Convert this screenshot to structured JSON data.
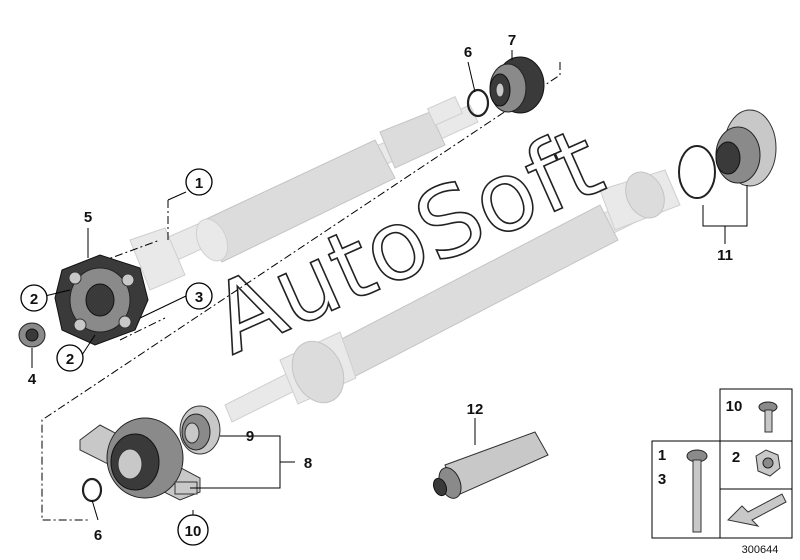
{
  "watermark": "AutoSoft",
  "drawing_number": "300644",
  "callouts": {
    "c1": "1",
    "c2a": "2",
    "c2b": "2",
    "c3": "3",
    "c4": "4",
    "c5": "5",
    "c6a": "6",
    "c6b": "6",
    "c7": "7",
    "c8": "8",
    "c9": "9",
    "c10": "10",
    "c11": "11",
    "c12": "12"
  },
  "legend": {
    "box_a": "10",
    "box_b_top": "1",
    "box_b_bottom": "3",
    "box_c": "2"
  }
}
